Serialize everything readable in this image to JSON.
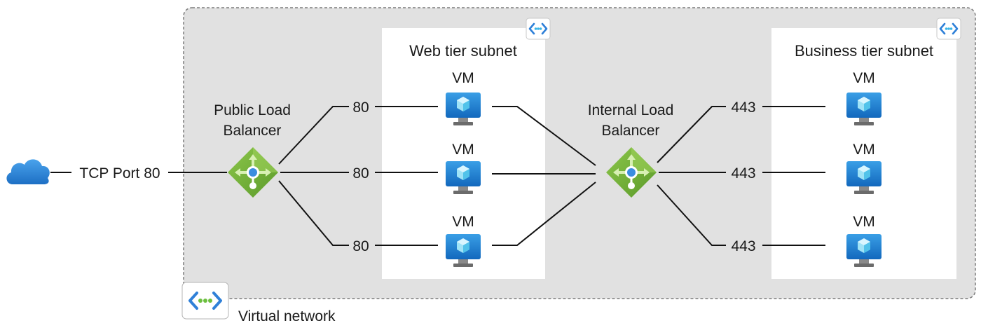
{
  "internet": {
    "label": "TCP Port 80",
    "icon": "cloud-icon"
  },
  "vnet": {
    "label": "Virtual network",
    "icon": "virtual-network-icon"
  },
  "public_lb": {
    "label_line1": "Public Load",
    "label_line2": "Balancer",
    "icon": "load-balancer-icon"
  },
  "internal_lb": {
    "label_line1": "Internal Load",
    "label_line2": "Balancer",
    "icon": "load-balancer-icon"
  },
  "web_subnet": {
    "title": "Web tier subnet",
    "icon": "subnet-icon",
    "vms": [
      {
        "label": "VM",
        "port": "80"
      },
      {
        "label": "VM",
        "port": "80"
      },
      {
        "label": "VM",
        "port": "80"
      }
    ]
  },
  "business_subnet": {
    "title": "Business tier subnet",
    "icon": "subnet-icon",
    "vms": [
      {
        "label": "VM",
        "port": "443"
      },
      {
        "label": "VM",
        "port": "443"
      },
      {
        "label": "VM",
        "port": "443"
      }
    ]
  },
  "colors": {
    "vnet_fill": "#e1e1e1",
    "vnet_border": "#7a7a7a",
    "lb_green": "#7db93d",
    "lb_green_dark": "#5a8f2a",
    "vm_blue": "#1f87d8",
    "cloud_blue": "#2d8ae0",
    "subnet_accent": "#37b5e8"
  }
}
